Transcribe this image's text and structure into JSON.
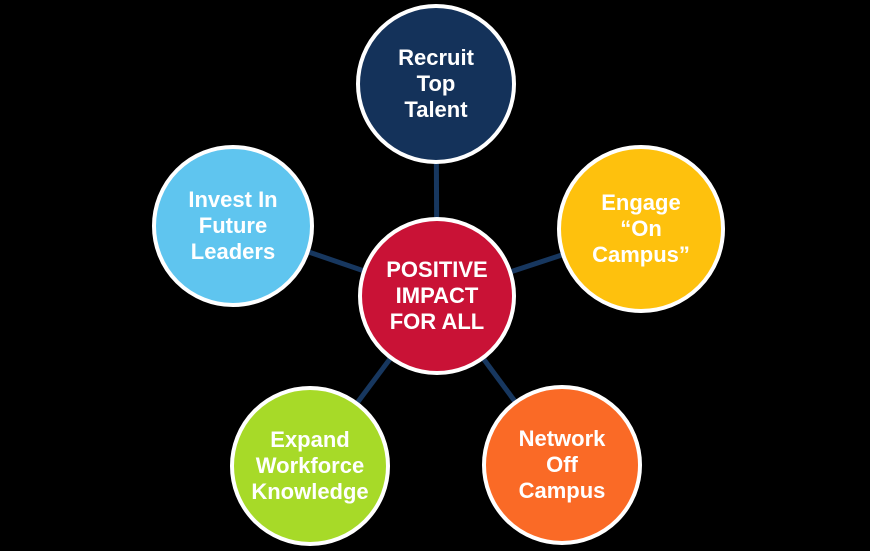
{
  "diagram": {
    "background_color": "#000000",
    "connector_color": "#17375f",
    "circle_border_color": "#ffffff",
    "text_color": "#ffffff",
    "center": {
      "line1": "POSITIVE",
      "line2": "IMPACT",
      "line3": "FOR ALL",
      "color": "#c91236"
    },
    "nodes": [
      {
        "id": "recruit-top-talent",
        "position": "top",
        "line1": "Recruit",
        "line2": "Top",
        "line3": "Talent",
        "color": "#14325a"
      },
      {
        "id": "engage-on-campus",
        "position": "upper-right",
        "line1": "Engage",
        "line2": "“On",
        "line3": "Campus”",
        "color": "#fec10d"
      },
      {
        "id": "network-off-campus",
        "position": "lower-right",
        "line1": "Network",
        "line2": "Off",
        "line3": "Campus",
        "color": "#fa6a26"
      },
      {
        "id": "expand-workforce-knowledge",
        "position": "lower-left",
        "line1": "Expand",
        "line2": "Workforce",
        "line3": "Knowledge",
        "color": "#a7da28"
      },
      {
        "id": "invest-in-future-leaders",
        "position": "upper-left",
        "line1": "Invest In",
        "line2": "Future",
        "line3": "Leaders",
        "color": "#5fc5ef"
      }
    ]
  }
}
